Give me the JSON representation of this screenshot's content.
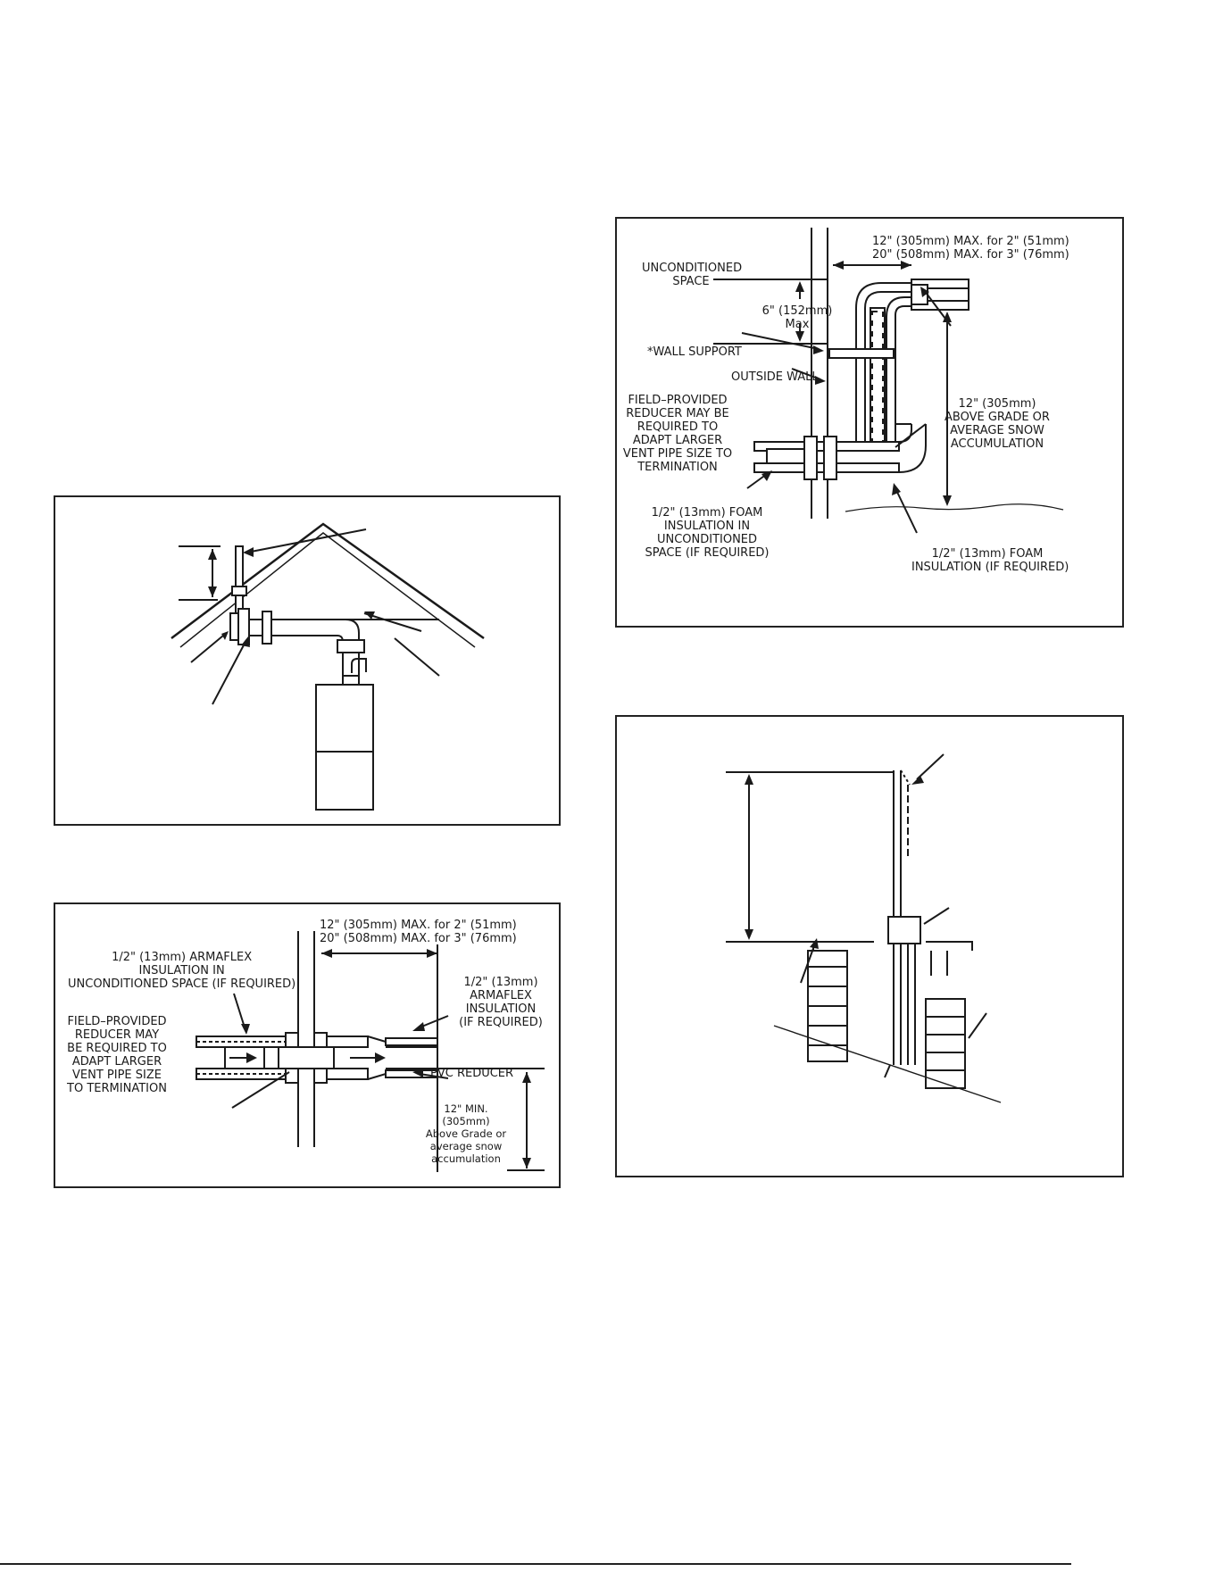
{
  "fig_roof": {},
  "fig_wall_horizontal": {
    "dim_top_line1": "12\" (305mm) MAX. for 2\" (51mm)",
    "dim_top_line2": "20\" (508mm) MAX. for 3\" (76mm)",
    "insulation_uncond": [
      "1/2\" (13mm) ARMAFLEX",
      "INSULATION IN",
      "UNCONDITIONED SPACE (IF REQUIRED)"
    ],
    "reducer_note": [
      "FIELD–PROVIDED",
      "REDUCER MAY",
      "BE REQUIRED TO",
      "ADAPT LARGER",
      "VENT PIPE SIZE",
      "TO TERMINATION"
    ],
    "insulation_right": [
      "1/2\" (13mm)",
      "ARMAFLEX",
      "INSULATION",
      "(IF REQUIRED)"
    ],
    "pvc_reducer": "PVC REDUCER",
    "grade_note": [
      "12\" MIN.",
      "(305mm)",
      "Above Grade or",
      "average snow",
      "accumulation"
    ]
  },
  "fig_wall_periscope": {
    "dim_top_line1": "12\" (305mm) MAX. for 2\" (51mm)",
    "dim_top_line2": "20\" (508mm) MAX. for 3\" (76mm)",
    "unconditioned": [
      "UNCONDITIONED",
      "SPACE"
    ],
    "dim_6in": [
      "6\" (152mm)",
      "Max"
    ],
    "wall_support": "*WALL SUPPORT",
    "outside_wall": "OUTSIDE WALL",
    "reducer_note": [
      "FIELD–PROVIDED",
      "REDUCER MAY BE",
      "REQUIRED TO",
      "ADAPT LARGER",
      "VENT PIPE SIZE TO",
      "TERMINATION"
    ],
    "grade_note": [
      "12\" (305mm)",
      "ABOVE GRADE OR",
      "AVERAGE SNOW",
      "ACCUMULATION"
    ],
    "foam_left": [
      "1/2\" (13mm) FOAM",
      "INSULATION IN",
      "UNCONDITIONED",
      "SPACE (IF REQUIRED)"
    ],
    "foam_right": [
      "1/2\" (13mm) FOAM",
      "INSULATION (IF REQUIRED)"
    ]
  },
  "fig_wall_vertical": {},
  "colors": {
    "line": "#1a1a1a",
    "hatch": "#333333",
    "fill": "#ffffff"
  }
}
